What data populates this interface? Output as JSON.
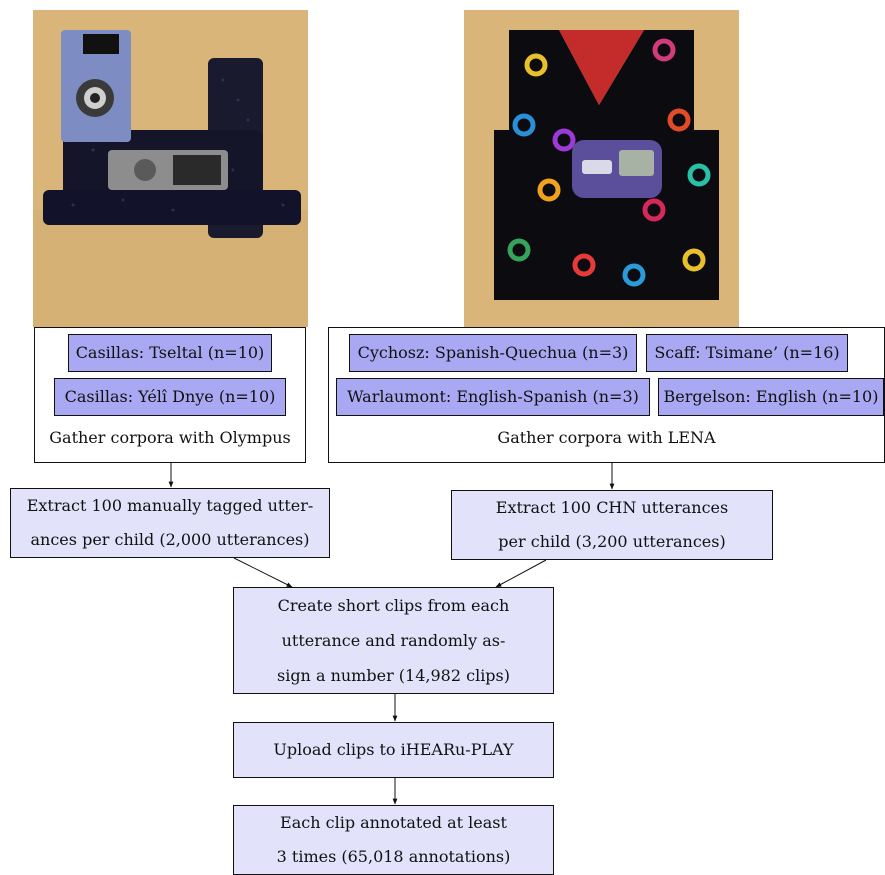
{
  "left_group": {
    "participants": [
      "Casillas: Tseltal (n=10)",
      "Casillas: Yélî Dnye (n=10)"
    ],
    "caption": "Gather corpora with Olympus"
  },
  "right_group": {
    "participants": [
      "Cychosz: Spanish-Quechua (n=3)",
      "Scaff: Tsimane’ (n=16)",
      "Warlaumont: English-Spanish (n=3)",
      "Bergelson: English (n=10)"
    ],
    "caption": "Gather corpora with LENA"
  },
  "steps": {
    "extract_left": [
      "Extract 100 manually tagged utter-",
      "ances per child (2,000 utterances)"
    ],
    "extract_right": [
      "Extract 100 CHN utterances",
      "per child (3,200 utterances)"
    ],
    "clips": [
      "Create short clips from each",
      "utterance and randomly as-",
      "sign a number (14,982 clips)"
    ],
    "upload": [
      "Upload clips to iHEARu-PLAY"
    ],
    "annotate": [
      "Each clip annotated at least",
      "3 times (65,018 annotations)"
    ]
  }
}
